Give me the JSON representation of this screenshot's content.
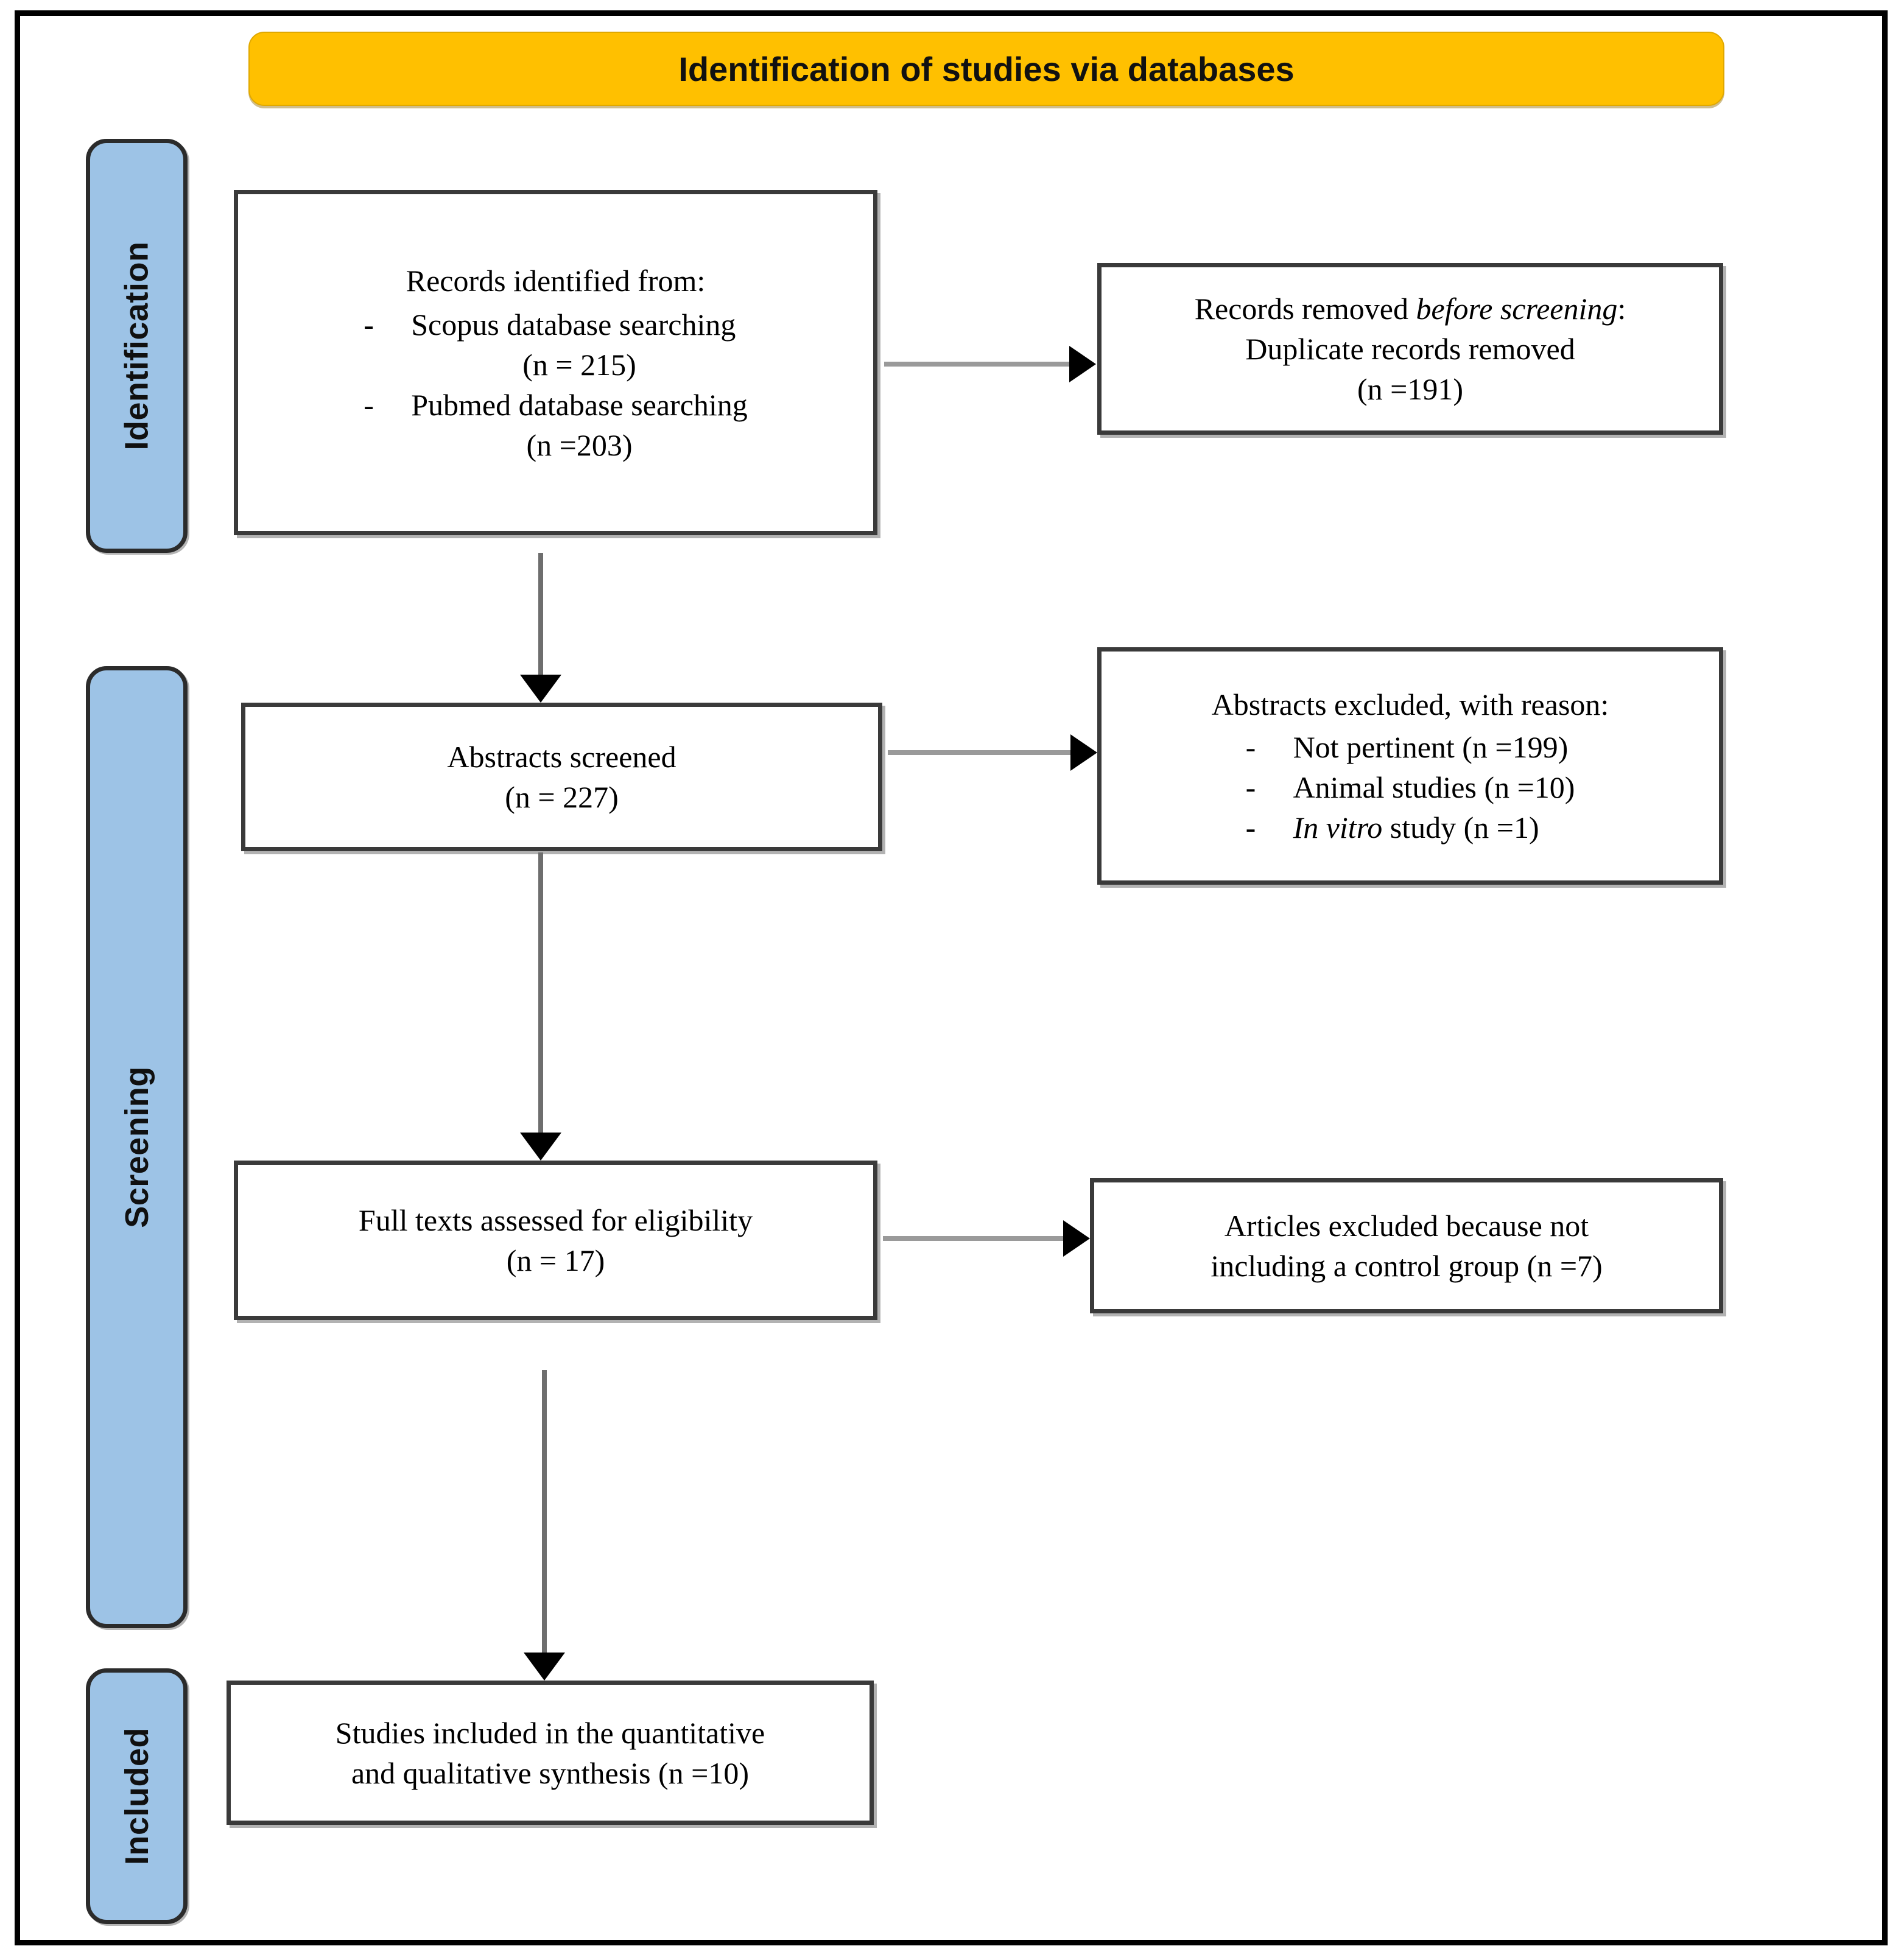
{
  "diagram": {
    "title": "Identification of studies via databases",
    "colors": {
      "banner_fill": "#FFC000",
      "stage_bar_fill": "#9DC3E6",
      "box_border": "#3A3A3A",
      "arrow_vertical": "#6E6E6E",
      "arrow_horizontal": "#9A9A9A",
      "arrow_head": "#000000",
      "frame": "#000000"
    }
  },
  "stages": {
    "identification": "Identification",
    "screening": "Screening",
    "included": "Included"
  },
  "boxes": {
    "records_identified": {
      "heading": "Records identified from:",
      "items": [
        {
          "dash": "-",
          "line1": "Scopus database searching",
          "line2": "(n = 215)"
        },
        {
          "dash": "-",
          "line1": "Pubmed database searching",
          "line2": "(n =203)"
        }
      ]
    },
    "records_removed": {
      "line1_a": "Records removed ",
      "line1_b": "before screening",
      "line1_c": ":",
      "line2": "Duplicate records removed",
      "line3": "(n =191)"
    },
    "abstracts_screened": {
      "line1": "Abstracts screened",
      "line2": "(n = 227)"
    },
    "abstracts_excluded": {
      "heading": "Abstracts excluded, with reason:",
      "items": [
        {
          "dash": "-",
          "text": "Not pertinent (n =199)",
          "italic_prefix": ""
        },
        {
          "dash": "-",
          "text": "Animal studies (n =10)",
          "italic_prefix": ""
        },
        {
          "dash": "-",
          "text": " study (n =1)",
          "italic_prefix": "In vitro"
        }
      ]
    },
    "full_texts": {
      "line1": "Full texts assessed for eligibility",
      "line2": "(n = 17)"
    },
    "articles_excluded": {
      "line1": "Articles excluded because not",
      "line2": "including a control group (n =7)"
    },
    "studies_included": {
      "line1": "Studies included in the quantitative",
      "line2": "and qualitative synthesis (n =10)"
    }
  }
}
